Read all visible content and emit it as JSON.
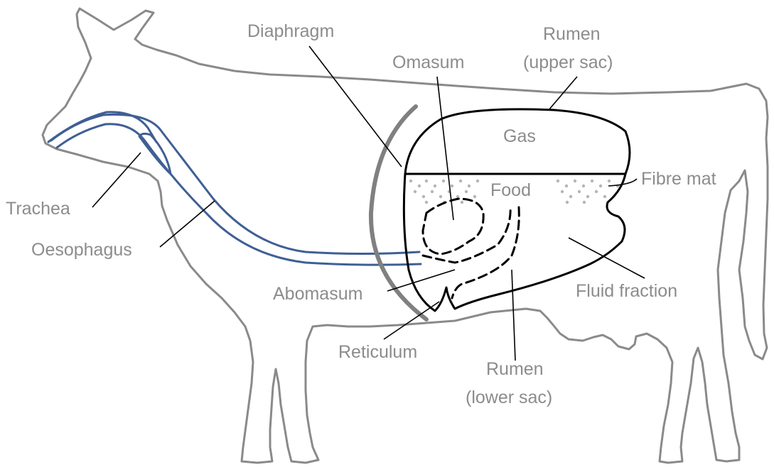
{
  "labels": {
    "diaphragm": "Diaphragm",
    "omasum": "Omasum",
    "rumen_upper_line1": "Rumen",
    "rumen_upper_line2": "(upper sac)",
    "gas": "Gas",
    "food": "Food",
    "fibre_mat": "Fibre mat",
    "trachea": "Trachea",
    "oesophagus": "Oesophagus",
    "abomasum": "Abomasum",
    "fluid_fraction": "Fluid fraction",
    "reticulum": "Reticulum",
    "rumen_lower_line1": "Rumen",
    "rumen_lower_line2": "(lower sac)"
  },
  "colors": {
    "cow_outline": "#8a8a8a",
    "tubes": "#3f5f95",
    "diaphragm": "#808080",
    "stomach_outline": "#000000",
    "label_text": "#8c8c8c",
    "fibre_dots": "#b5b5b5"
  }
}
